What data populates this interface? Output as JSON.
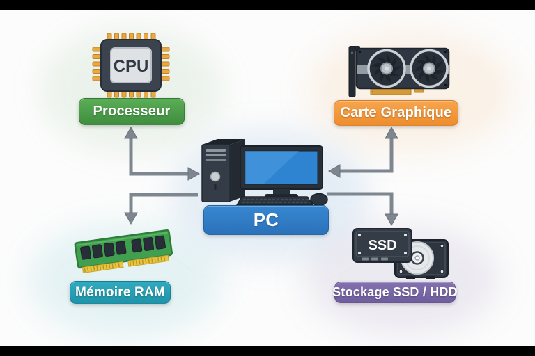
{
  "diagram": {
    "language": "fr",
    "nodes": {
      "pc": {
        "label": "PC",
        "icon": "desktop-computer-icon",
        "accent": "#2f7cc4"
      },
      "processor": {
        "label": "Processeur",
        "icon": "cpu-chip-icon",
        "icon_text": "CPU",
        "accent": "#459745"
      },
      "gpu": {
        "label": "Carte Graphique",
        "icon": "graphics-card-icon",
        "accent": "#f09a3e"
      },
      "ram": {
        "label": "Mémoire RAM",
        "icon": "ram-stick-icon",
        "accent": "#28a0b5"
      },
      "storage": {
        "label": "Stockage SSD / HDD",
        "icon": "ssd-hdd-icon",
        "icon_text": "SSD",
        "accent": "#7867a6"
      }
    },
    "connections": [
      {
        "from": "pc",
        "to": "processor",
        "bidirectional": true
      },
      {
        "from": "pc",
        "to": "gpu",
        "bidirectional": true
      },
      {
        "from": "pc",
        "to": "ram",
        "bidirectional": false
      },
      {
        "from": "pc",
        "to": "storage",
        "bidirectional": false
      }
    ],
    "palette": {
      "green": "#459745",
      "orange": "#f09a3e",
      "blue": "#2f7cc4",
      "teal": "#28a0b5",
      "purple": "#7867a6",
      "arrow_gray": "#7e8790",
      "letterbox_black": "#000000"
    }
  }
}
